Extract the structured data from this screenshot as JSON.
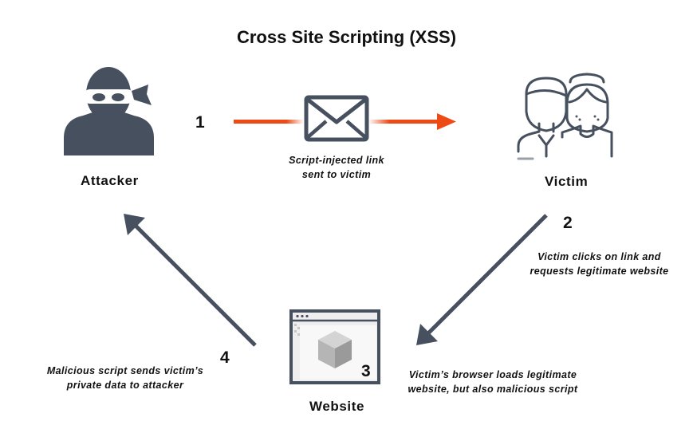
{
  "title": "Cross Site Scripting (XSS)",
  "actors": {
    "attacker": "Attacker",
    "victim": "Victim",
    "website": "Website"
  },
  "steps": [
    {
      "number": "1",
      "caption": [
        "Script-injected link",
        "sent to victim"
      ]
    },
    {
      "number": "2",
      "caption": [
        "Victim clicks on link and",
        "requests legitimate website"
      ]
    },
    {
      "number": "3",
      "caption": [
        "Victim’s browser loads legitimate",
        "website, but also malicious script"
      ]
    },
    {
      "number": "4",
      "caption": [
        "Malicious script sends victim’s",
        "private data to attacker"
      ]
    }
  ],
  "colors": {
    "flow_arrow": "#47505e",
    "email_arrow": "#ee4a16",
    "attacker_icon": "#47505e",
    "victim_icon": "#47505e",
    "website_icon": "#47505e"
  },
  "icons": {
    "attacker": "masked-person-icon",
    "victim": "two-people-icon",
    "email": "envelope-icon",
    "website": "browser-window-icon"
  }
}
